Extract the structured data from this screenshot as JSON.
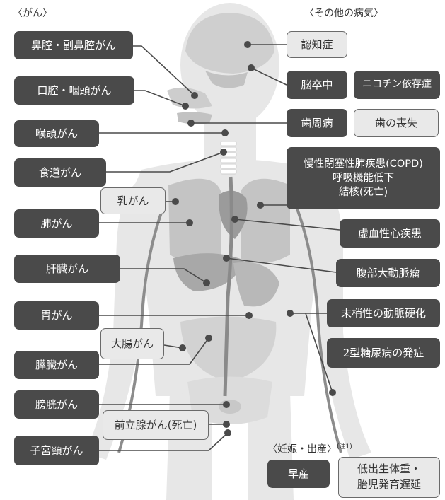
{
  "headers": {
    "cancer": "〈がん〉",
    "other": "〈その他の病気〉",
    "pregnancy": "〈妊娠・出産〉",
    "pregnancy_note": "(注1)"
  },
  "cancer": {
    "nasal": "鼻腔・副鼻腔がん",
    "oral": "口腔・咽頭がん",
    "larynx": "喉頭がん",
    "esophagus": "食道がん",
    "breast": "乳がん",
    "lung": "肺がん",
    "liver": "肝臓がん",
    "stomach": "胃がん",
    "colon": "大腸がん",
    "pancreas": "膵臓がん",
    "bladder": "膀胱がん",
    "prostate": "前立腺がん(死亡)",
    "cervix": "子宮頸がん"
  },
  "other": {
    "dementia": "認知症",
    "stroke": "脳卒中",
    "nicotine": "ニコチン依存症",
    "periodontal": "歯周病",
    "toothloss": "歯の喪失",
    "copd": "慢性閉塞性肺疾患(COPD)",
    "respiratory": "呼吸機能低下",
    "tb": "結核(死亡)",
    "ihd": "虚血性心疾患",
    "aaa": "腹部大動脈瘤",
    "pad": "末梢性の動脈硬化",
    "diabetes": "2型糖尿病の発症"
  },
  "pregnancy": {
    "preterm": "早産",
    "lbw_1": "低出生体重・",
    "lbw_2": "胎児発育遅延"
  }
}
